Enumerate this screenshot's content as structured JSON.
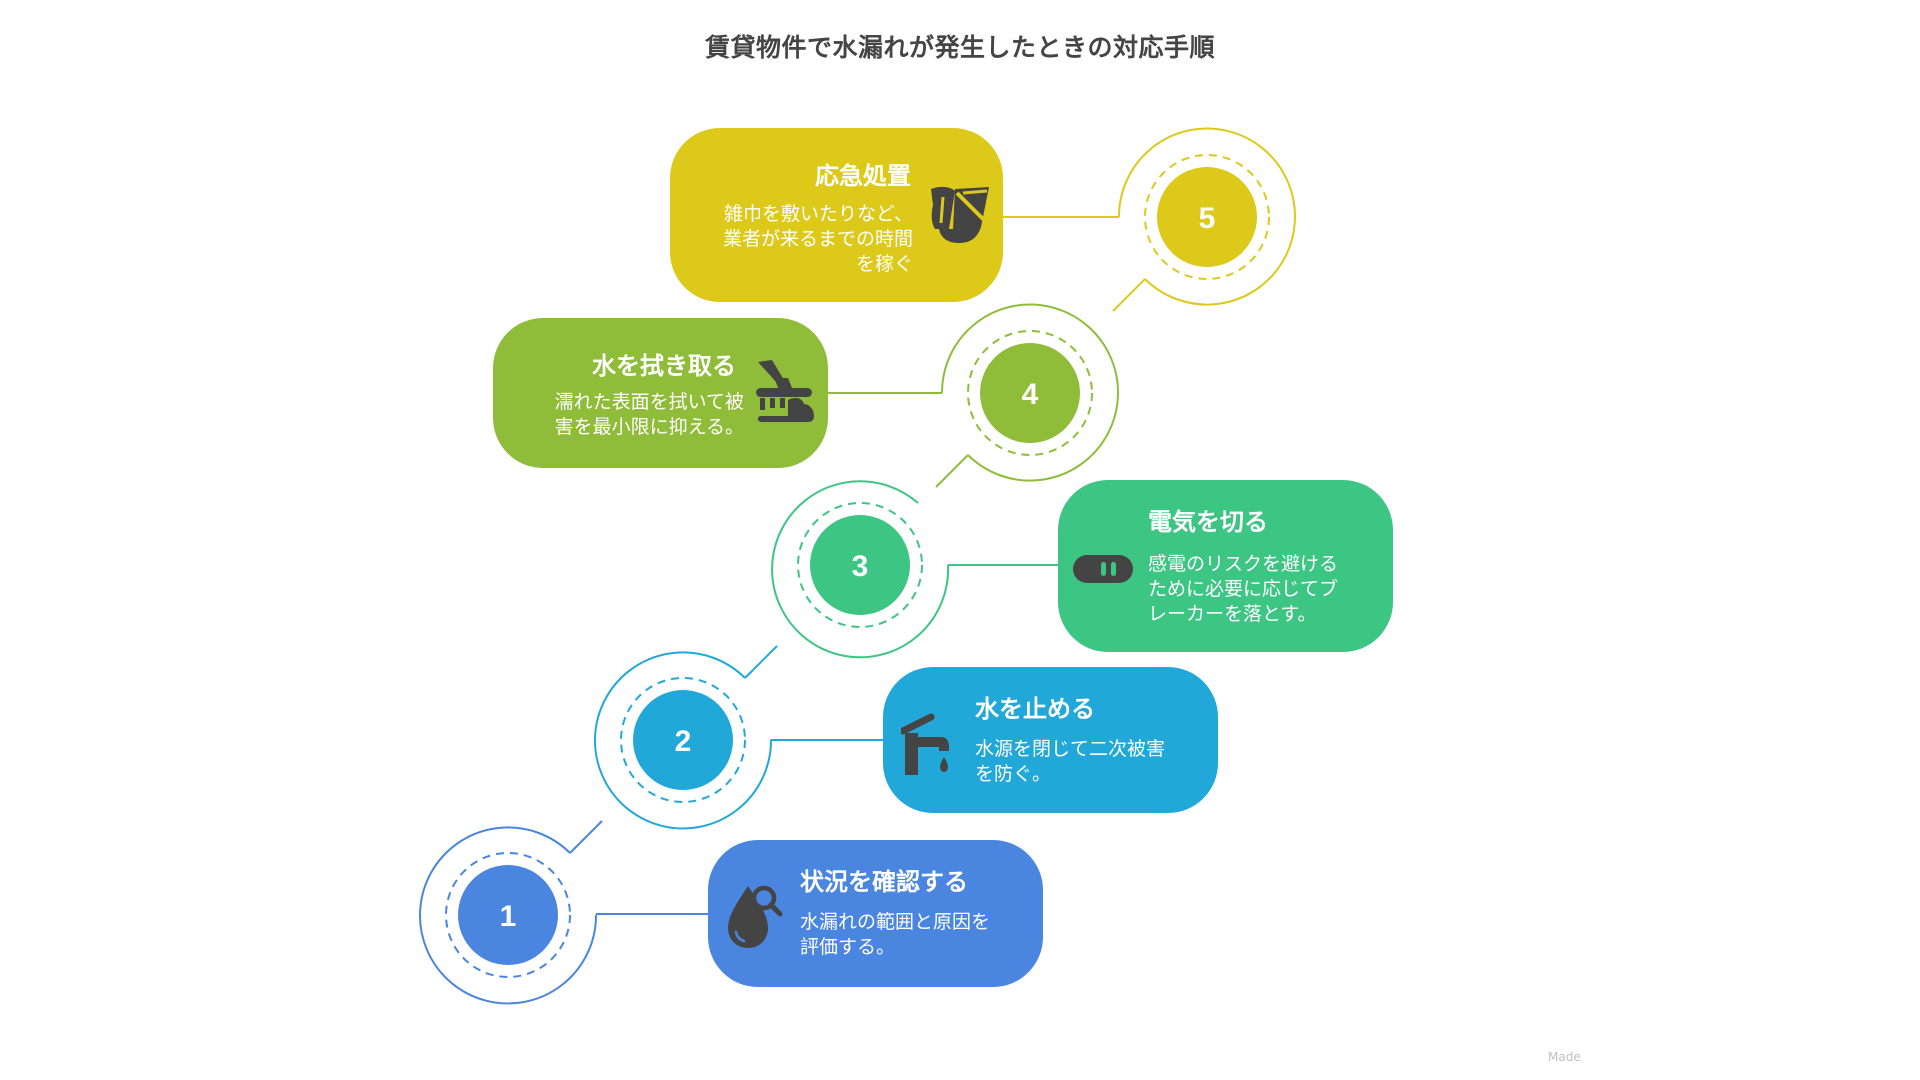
{
  "title": "賃貸物件で水漏れが発生したときの対応手順",
  "watermark": "Made",
  "colors": {
    "step1": "#4A86E0",
    "step2": "#22A8D8",
    "step3": "#3DC583",
    "step4": "#8FBD3A",
    "step5": "#DCC91A",
    "icon": "#444444",
    "title": "#454545"
  },
  "steps": [
    {
      "number": "1",
      "title": "状況を確認する",
      "description": "水漏れの範囲と原因を\n評価する。",
      "icon": "water-drop-search-icon"
    },
    {
      "number": "2",
      "title": "水を止める",
      "description": "水源を閉じて二次被害\nを防ぐ。",
      "icon": "faucet-icon"
    },
    {
      "number": "3",
      "title": "電気を切る",
      "description": "感電のリスクを避ける\nために必要に応じてブ\nレーカーを落とす。",
      "icon": "power-switch-icon"
    },
    {
      "number": "4",
      "title": "水を拭き取る",
      "description": "濡れた表面を拭いて被\n害を最小限に抑える。",
      "icon": "mop-wipe-icon"
    },
    {
      "number": "5",
      "title": "応急処置",
      "description": "雑巾を敷いたりなど、\n業者が来るまでの時間\nを稼ぐ",
      "icon": "bucket-cloth-icon"
    }
  ]
}
